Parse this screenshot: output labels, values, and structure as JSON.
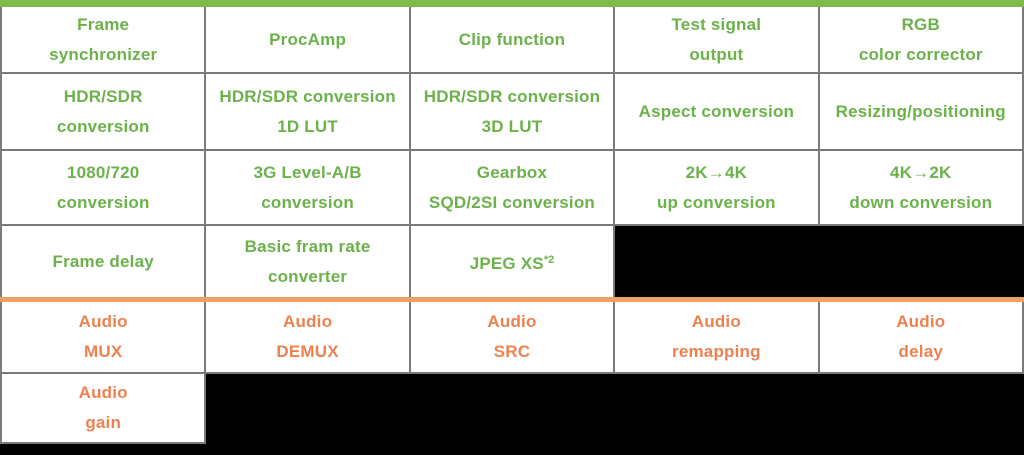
{
  "accent_colors": {
    "top_bar_green": "#7fba4b",
    "video_text_green": "#6bb24a",
    "audio_divider_orange": "#f2a162",
    "audio_text_orange": "#ee8150",
    "cell_border_gray": "#7b7b7b",
    "cell_background": "#ffffff",
    "page_background": "#000000"
  },
  "video_features": {
    "rows": [
      {
        "cells": [
          {
            "lines": [
              "Frame",
              "synchronizer"
            ]
          },
          {
            "lines": [
              "ProcAmp"
            ]
          },
          {
            "lines": [
              "Clip function"
            ]
          },
          {
            "lines": [
              "Test signal",
              "output"
            ]
          },
          {
            "lines": [
              "RGB",
              "color corrector"
            ]
          }
        ]
      },
      {
        "cells": [
          {
            "lines": [
              "HDR/SDR",
              "conversion"
            ]
          },
          {
            "lines": [
              "HDR/SDR conversion",
              "1D LUT"
            ]
          },
          {
            "lines": [
              "HDR/SDR conversion",
              "3D LUT"
            ]
          },
          {
            "lines": [
              "Aspect conversion"
            ]
          },
          {
            "lines": [
              "Resizing/positioning"
            ]
          }
        ]
      },
      {
        "cells": [
          {
            "lines": [
              "1080/720",
              "conversion"
            ]
          },
          {
            "lines": [
              "3G Level-A/B",
              "conversion"
            ]
          },
          {
            "lines": [
              "Gearbox",
              "SQD/2SI conversion"
            ]
          },
          {
            "lines": [
              "2K→4K",
              "up conversion"
            ]
          },
          {
            "lines": [
              "4K→2K",
              "down conversion"
            ]
          }
        ]
      },
      {
        "cells": [
          {
            "lines": [
              "Frame delay"
            ]
          },
          {
            "lines": [
              "Basic fram rate",
              "converter"
            ]
          },
          {
            "lines": [
              "JPEG XS"
            ],
            "sup": "*2"
          },
          {
            "absent": true
          },
          {
            "absent": true
          }
        ]
      }
    ]
  },
  "audio_features": {
    "rows": [
      {
        "cells": [
          {
            "lines": [
              "Audio",
              "MUX"
            ]
          },
          {
            "lines": [
              "Audio",
              "DEMUX"
            ]
          },
          {
            "lines": [
              "Audio",
              "SRC"
            ]
          },
          {
            "lines": [
              "Audio",
              "remapping"
            ]
          },
          {
            "lines": [
              "Audio",
              "delay"
            ]
          }
        ]
      },
      {
        "cells": [
          {
            "lines": [
              "Audio",
              "gain"
            ]
          },
          {
            "absent": true
          },
          {
            "absent": true
          },
          {
            "absent": true
          },
          {
            "absent": true
          }
        ]
      }
    ]
  }
}
